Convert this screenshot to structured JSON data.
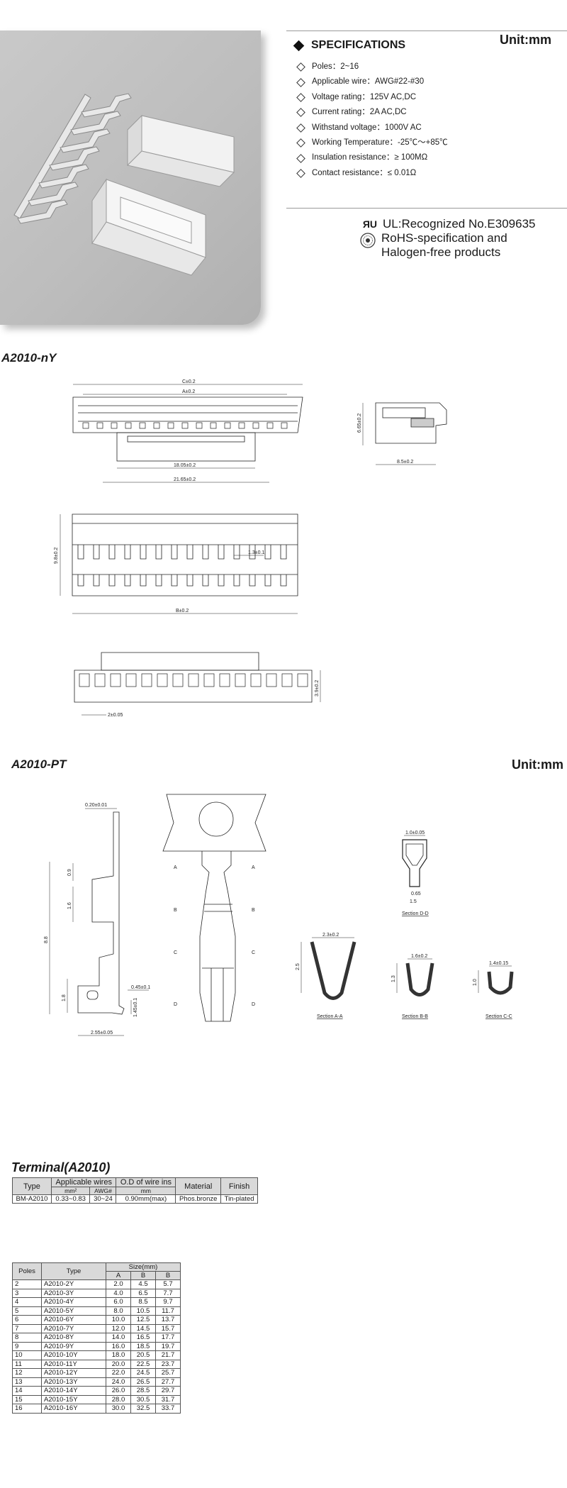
{
  "unit_label": "Unit:mm",
  "specifications": {
    "title": "SPECIFICATIONS",
    "items": [
      "Poles：2~16",
      "Applicable wire：AWG#22-#30",
      "Voltage rating：125V AC,DC",
      "Current rating：2A AC,DC",
      "Withstand voltage：1000V AC",
      "Working Temperature：-25℃～+85℃",
      "Insulation resistance：≥ 100MΩ",
      "Contact resistance：≤ 0.01Ω"
    ]
  },
  "certifications": {
    "ul_mark": "ЯU",
    "ul_text": "UL:Recognized No.E309635",
    "rohs_line1": "RoHS-specification and",
    "rohs_line2": "Halogen-free products"
  },
  "housing": {
    "title": "A2010-nY",
    "dims": {
      "c": "C±0.2",
      "a": "A±0.2",
      "d1805": "18.05±0.2",
      "d2165": "21.65±0.2",
      "d665": "6.65±0.2",
      "d85": "8.5±0.2",
      "d98": "9.8±0.2",
      "d13": "1.3±0.1",
      "b": "B±0.2",
      "d39": "3.9±0.2",
      "d2": "2±0.05"
    }
  },
  "terminal_drawing": {
    "title": "A2010-PT",
    "unit_label": "Unit:mm",
    "dims": {
      "d020": "0.20±0.01",
      "d09": "0.9",
      "d16": "1.6",
      "d88": "8.8",
      "d18": "1.8",
      "d045": "0.45±0.1",
      "d145": "1.45±0.1",
      "d255": "2.55±0.05",
      "d10": "1.0±0.05",
      "d065": "0.65",
      "d15": "1.5",
      "d23": "2.3±0.2",
      "d25": "2.5",
      "d16b": "1.6±0.2",
      "d13": "1.3",
      "d14": "1.4±0.15",
      "d10b": "1.0"
    },
    "markers": [
      "A",
      "B",
      "C",
      "D"
    ],
    "sections": [
      "Section D-D",
      "Section A-A",
      "Section B-B",
      "Section C-C"
    ]
  },
  "terminal_table": {
    "title": "Terminal(A2010)",
    "headers": {
      "type": "Type",
      "applicable_wires": "Applicable wires",
      "od": "O.D of wire ins",
      "material": "Material",
      "finish": "Finish",
      "mm2": "mm²",
      "awg": "AWG#",
      "mm": "mm"
    },
    "row": {
      "type": "BM-A2010",
      "mm2": "0.33~0.83",
      "awg": "30~24",
      "od": "0.90mm(max)",
      "material": "Phos.bronze",
      "finish": "Tin-plated"
    }
  },
  "size_table": {
    "headers": {
      "poles": "Poles",
      "type": "Type",
      "size": "Size(mm)",
      "a": "A",
      "b1": "B",
      "b2": "B"
    },
    "rows": [
      [
        "2",
        "A2010-2Y",
        "2.0",
        "4.5",
        "5.7"
      ],
      [
        "3",
        "A2010-3Y",
        "4.0",
        "6.5",
        "7.7"
      ],
      [
        "4",
        "A2010-4Y",
        "6.0",
        "8.5",
        "9.7"
      ],
      [
        "5",
        "A2010-5Y",
        "8.0",
        "10.5",
        "11.7"
      ],
      [
        "6",
        "A2010-6Y",
        "10.0",
        "12.5",
        "13.7"
      ],
      [
        "7",
        "A2010-7Y",
        "12.0",
        "14.5",
        "15.7"
      ],
      [
        "8",
        "A2010-8Y",
        "14.0",
        "16.5",
        "17.7"
      ],
      [
        "9",
        "A2010-9Y",
        "16.0",
        "18.5",
        "19.7"
      ],
      [
        "10",
        "A2010-10Y",
        "18.0",
        "20.5",
        "21.7"
      ],
      [
        "11",
        "A2010-11Y",
        "20.0",
        "22.5",
        "23.7"
      ],
      [
        "12",
        "A2010-12Y",
        "22.0",
        "24.5",
        "25.7"
      ],
      [
        "13",
        "A2010-13Y",
        "24.0",
        "26.5",
        "27.7"
      ],
      [
        "14",
        "A2010-14Y",
        "26.0",
        "28.5",
        "29.7"
      ],
      [
        "15",
        "A2010-15Y",
        "28.0",
        "30.5",
        "31.7"
      ],
      [
        "16",
        "A2010-16Y",
        "30.0",
        "32.5",
        "33.7"
      ]
    ]
  }
}
